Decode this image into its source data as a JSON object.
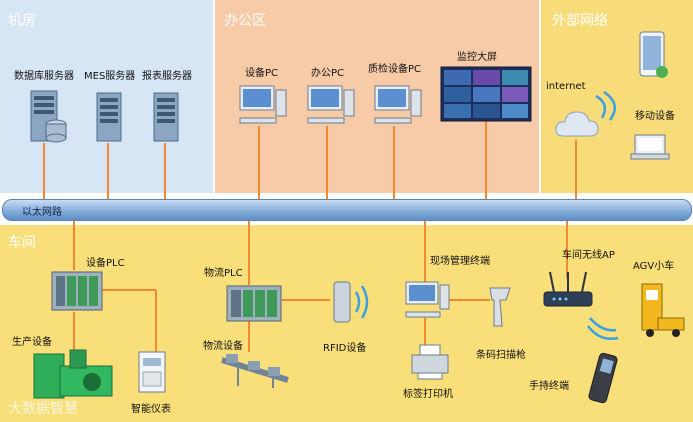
{
  "zones": {
    "server_room": {
      "title": "机房",
      "color": "#d6e6f5"
    },
    "office": {
      "title": "办公区",
      "color": "#f7cba8"
    },
    "external": {
      "title": "外部网络",
      "color": "#f8dc7a"
    },
    "workshop": {
      "title": "车间",
      "color": "#f8df7a"
    }
  },
  "bus": {
    "label": "以太网路"
  },
  "labels": {
    "db_server": "数据库服务器",
    "mes_server": "MES服务器",
    "report_server": "报表服务器",
    "device_pc": "设备PC",
    "office_pc": "办公PC",
    "qc_pc": "质检设备PC",
    "monitor_screen": "监控大屏",
    "internet": "internet",
    "mobile_device": "移动设备",
    "device_plc": "设备PLC",
    "production_equipment": "生产设备",
    "smart_meter": "智能仪表",
    "logistics_plc": "物流PLC",
    "logistics_equipment": "物流设备",
    "rfid_device": "RFID设备",
    "site_terminal": "现场管理终端",
    "barcode_scanner": "条码扫描枪",
    "label_printer": "标签打印机",
    "wireless_ap": "车间无线AP",
    "agv": "AGV小车",
    "handheld_terminal": "手持终端"
  },
  "watermark": "大数据智慧",
  "colors": {
    "link": "#f08a32",
    "bus": "#7fa9d8"
  },
  "icons": [
    "server-icon",
    "pc-icon",
    "monitor-wall-icon",
    "cloud-icon",
    "phone-icon",
    "laptop-icon",
    "plc-icon",
    "wifi-icon",
    "barcode-scanner-icon",
    "printer-icon",
    "router-icon",
    "agv-icon",
    "handheld-icon",
    "machine-icon",
    "meter-icon",
    "conveyor-icon"
  ]
}
